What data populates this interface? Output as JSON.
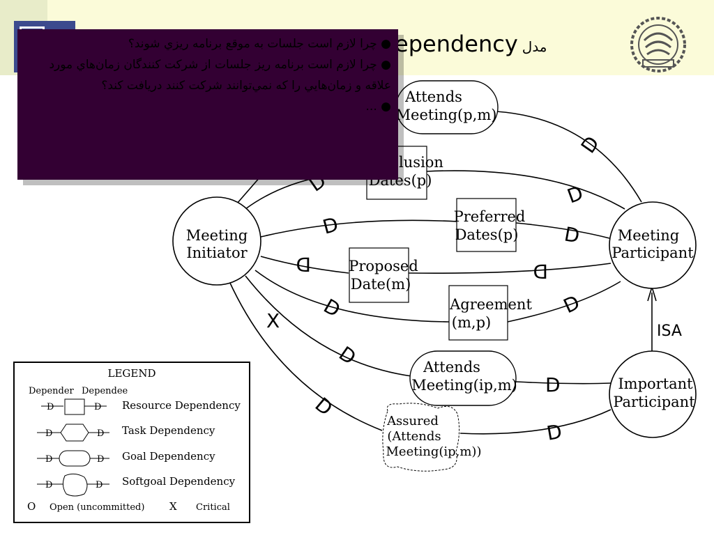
{
  "header": {
    "title": "ependency",
    "title_prefix_fa": "مدل"
  },
  "popup": {
    "bullets": [
      "چرا لازم است جلسات به موقع برنامه ريزي شوند؟",
      "چرا لازم است برنامه ريز جلسات از شركت كنندگان زمان‌هاي مورد علاقه و زمان‌هايي را كه نمي‌توانند شركت كنند دريافت كند؟",
      "..."
    ]
  },
  "diagram": {
    "actors": {
      "initiator": [
        "Meeting",
        "Initiator"
      ],
      "participant": [
        "Meeting",
        "Participant"
      ],
      "important": [
        "Important",
        "Participant"
      ]
    },
    "dependums": {
      "attends_meeting_pm": [
        "Attends",
        "Meeting(p,m)"
      ],
      "exclusion_dates": [
        "lusion",
        "Dates(p)"
      ],
      "preferred_dates": [
        "Preferred",
        "Dates(p)"
      ],
      "proposed_date": [
        "Proposed",
        "Date(m)"
      ],
      "agreement": [
        "Agreement",
        "(m,p)"
      ],
      "attends_meeting_ipm": [
        "Attends",
        "Meeting(ip,m)"
      ],
      "assured": [
        "Assured",
        "(Attends",
        "Meeting(ip,m))"
      ]
    },
    "d_mark": "D",
    "critical_mark": "X",
    "isa_label": "ISA"
  },
  "legend": {
    "title": "LEGEND",
    "depender": "Depender",
    "dependee": "Dependee",
    "d_letter": "D",
    "rows": [
      "Resource Dependency",
      "Task Dependency",
      "Goal Dependency",
      "Softgoal Dependency"
    ],
    "open_symbol": "O",
    "open_label": "Open (uncommitted)",
    "critical_symbol": "X",
    "critical_label": "Critical"
  },
  "colors": {
    "header_band": "#fbfbd9",
    "popup_bg": "#330033",
    "logo_blue": "#3c4a8e"
  }
}
